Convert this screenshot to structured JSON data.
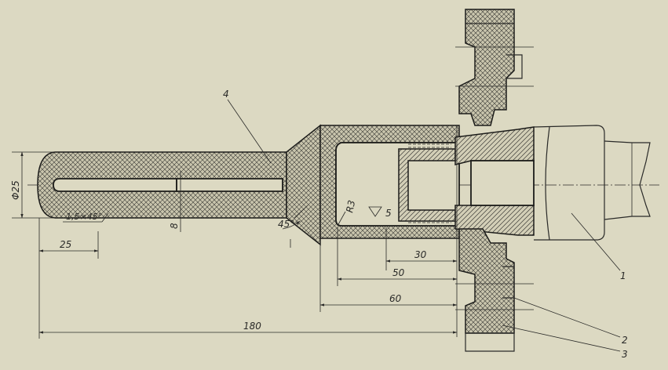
{
  "colors": {
    "paper": "#dcd9c2",
    "ink": "#2a2a28"
  },
  "labels": {
    "diameter": "Φ25",
    "chamfer": "1,5×45°",
    "thickness": "8",
    "angle": "45°",
    "radius": "R3",
    "roughness_value": "5",
    "dim_25": "25",
    "dim_30": "30",
    "dim_50": "50",
    "dim_60": "60",
    "dim_180": "180",
    "part_1": "1",
    "part_2": "2",
    "part_3": "3",
    "part_4": "4"
  }
}
